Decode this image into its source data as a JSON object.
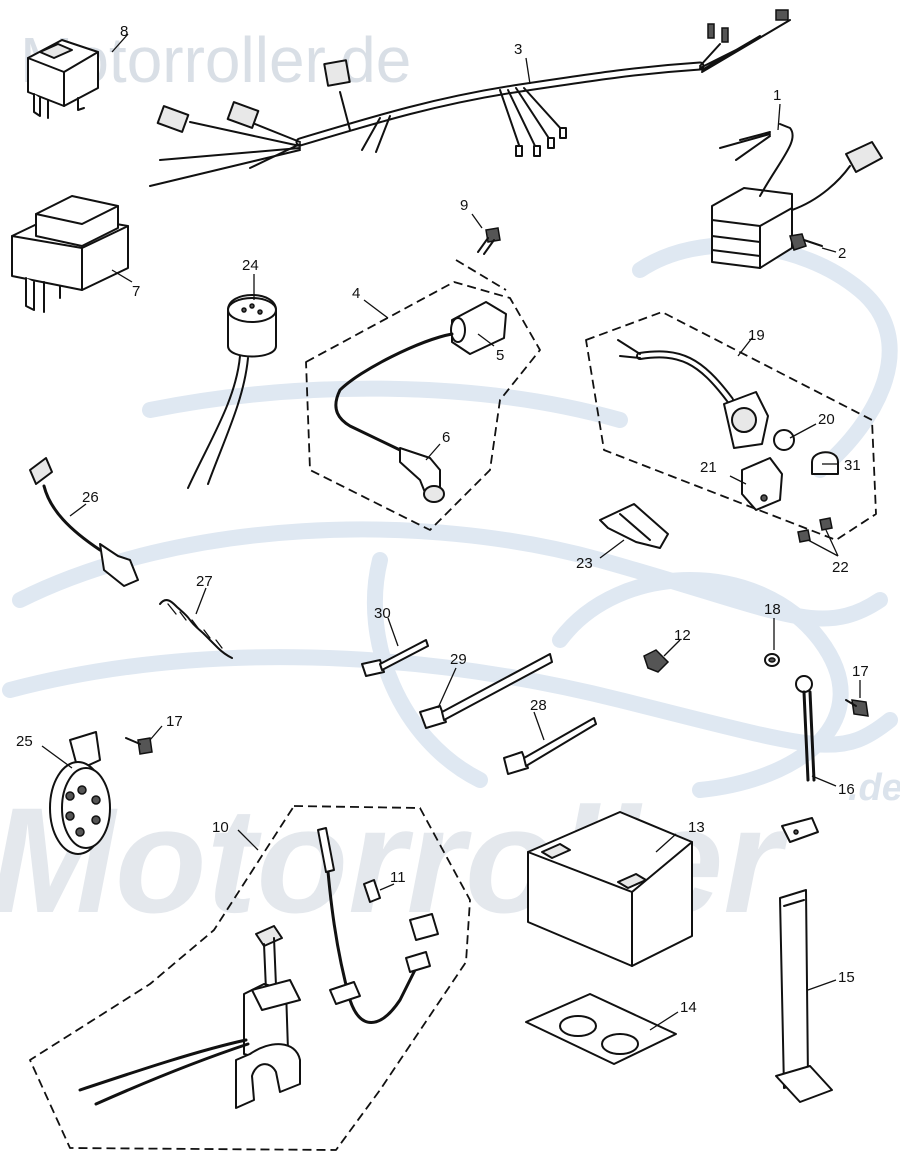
{
  "watermarks": {
    "top": "Motorroller.de",
    "big": "Motorroller",
    "small": ".de"
  },
  "callouts": {
    "p1": "1",
    "p2": "2",
    "p3": "3",
    "p4": "4",
    "p5": "5",
    "p6": "6",
    "p7": "7",
    "p8": "8",
    "p9": "9",
    "p10": "10",
    "p11": "11",
    "p12": "12",
    "p13": "13",
    "p14": "14",
    "p15": "15",
    "p16": "16",
    "p17a": "17",
    "p17b": "17",
    "p18": "18",
    "p19": "19",
    "p20": "20",
    "p21": "21",
    "p22": "22",
    "p23": "23",
    "p24": "24",
    "p25": "25",
    "p26": "26",
    "p27": "27",
    "p28": "28",
    "p29": "29",
    "p30": "30",
    "p31": "31"
  },
  "colors": {
    "line": "#111111",
    "watermark": "#d9dfe6",
    "background": "#ffffff"
  }
}
